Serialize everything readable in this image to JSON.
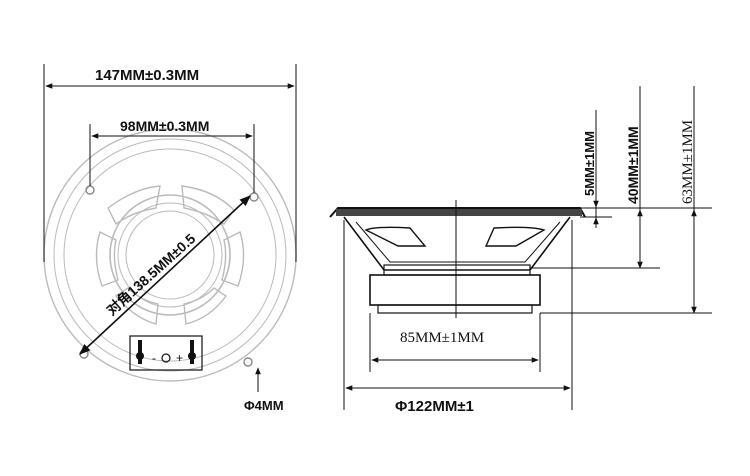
{
  "front_view": {
    "overall_diameter_label": "147MM±0.3MM",
    "mounting_spacing_label": "98MM±0.3MM",
    "diagonal_label": "对角138.5MM±0.5",
    "hole_label": "Φ4MM",
    "terminal_minus": "-",
    "terminal_plus": "+"
  },
  "side_view": {
    "depth_total_label": "63MM±1MM",
    "depth_mid_label": "40MM±1MM",
    "depth_flange_label": "5MM±1MM",
    "magnet_diameter_label": "85MM±1MM",
    "cone_diameter_label": "Φ122MM±1"
  }
}
